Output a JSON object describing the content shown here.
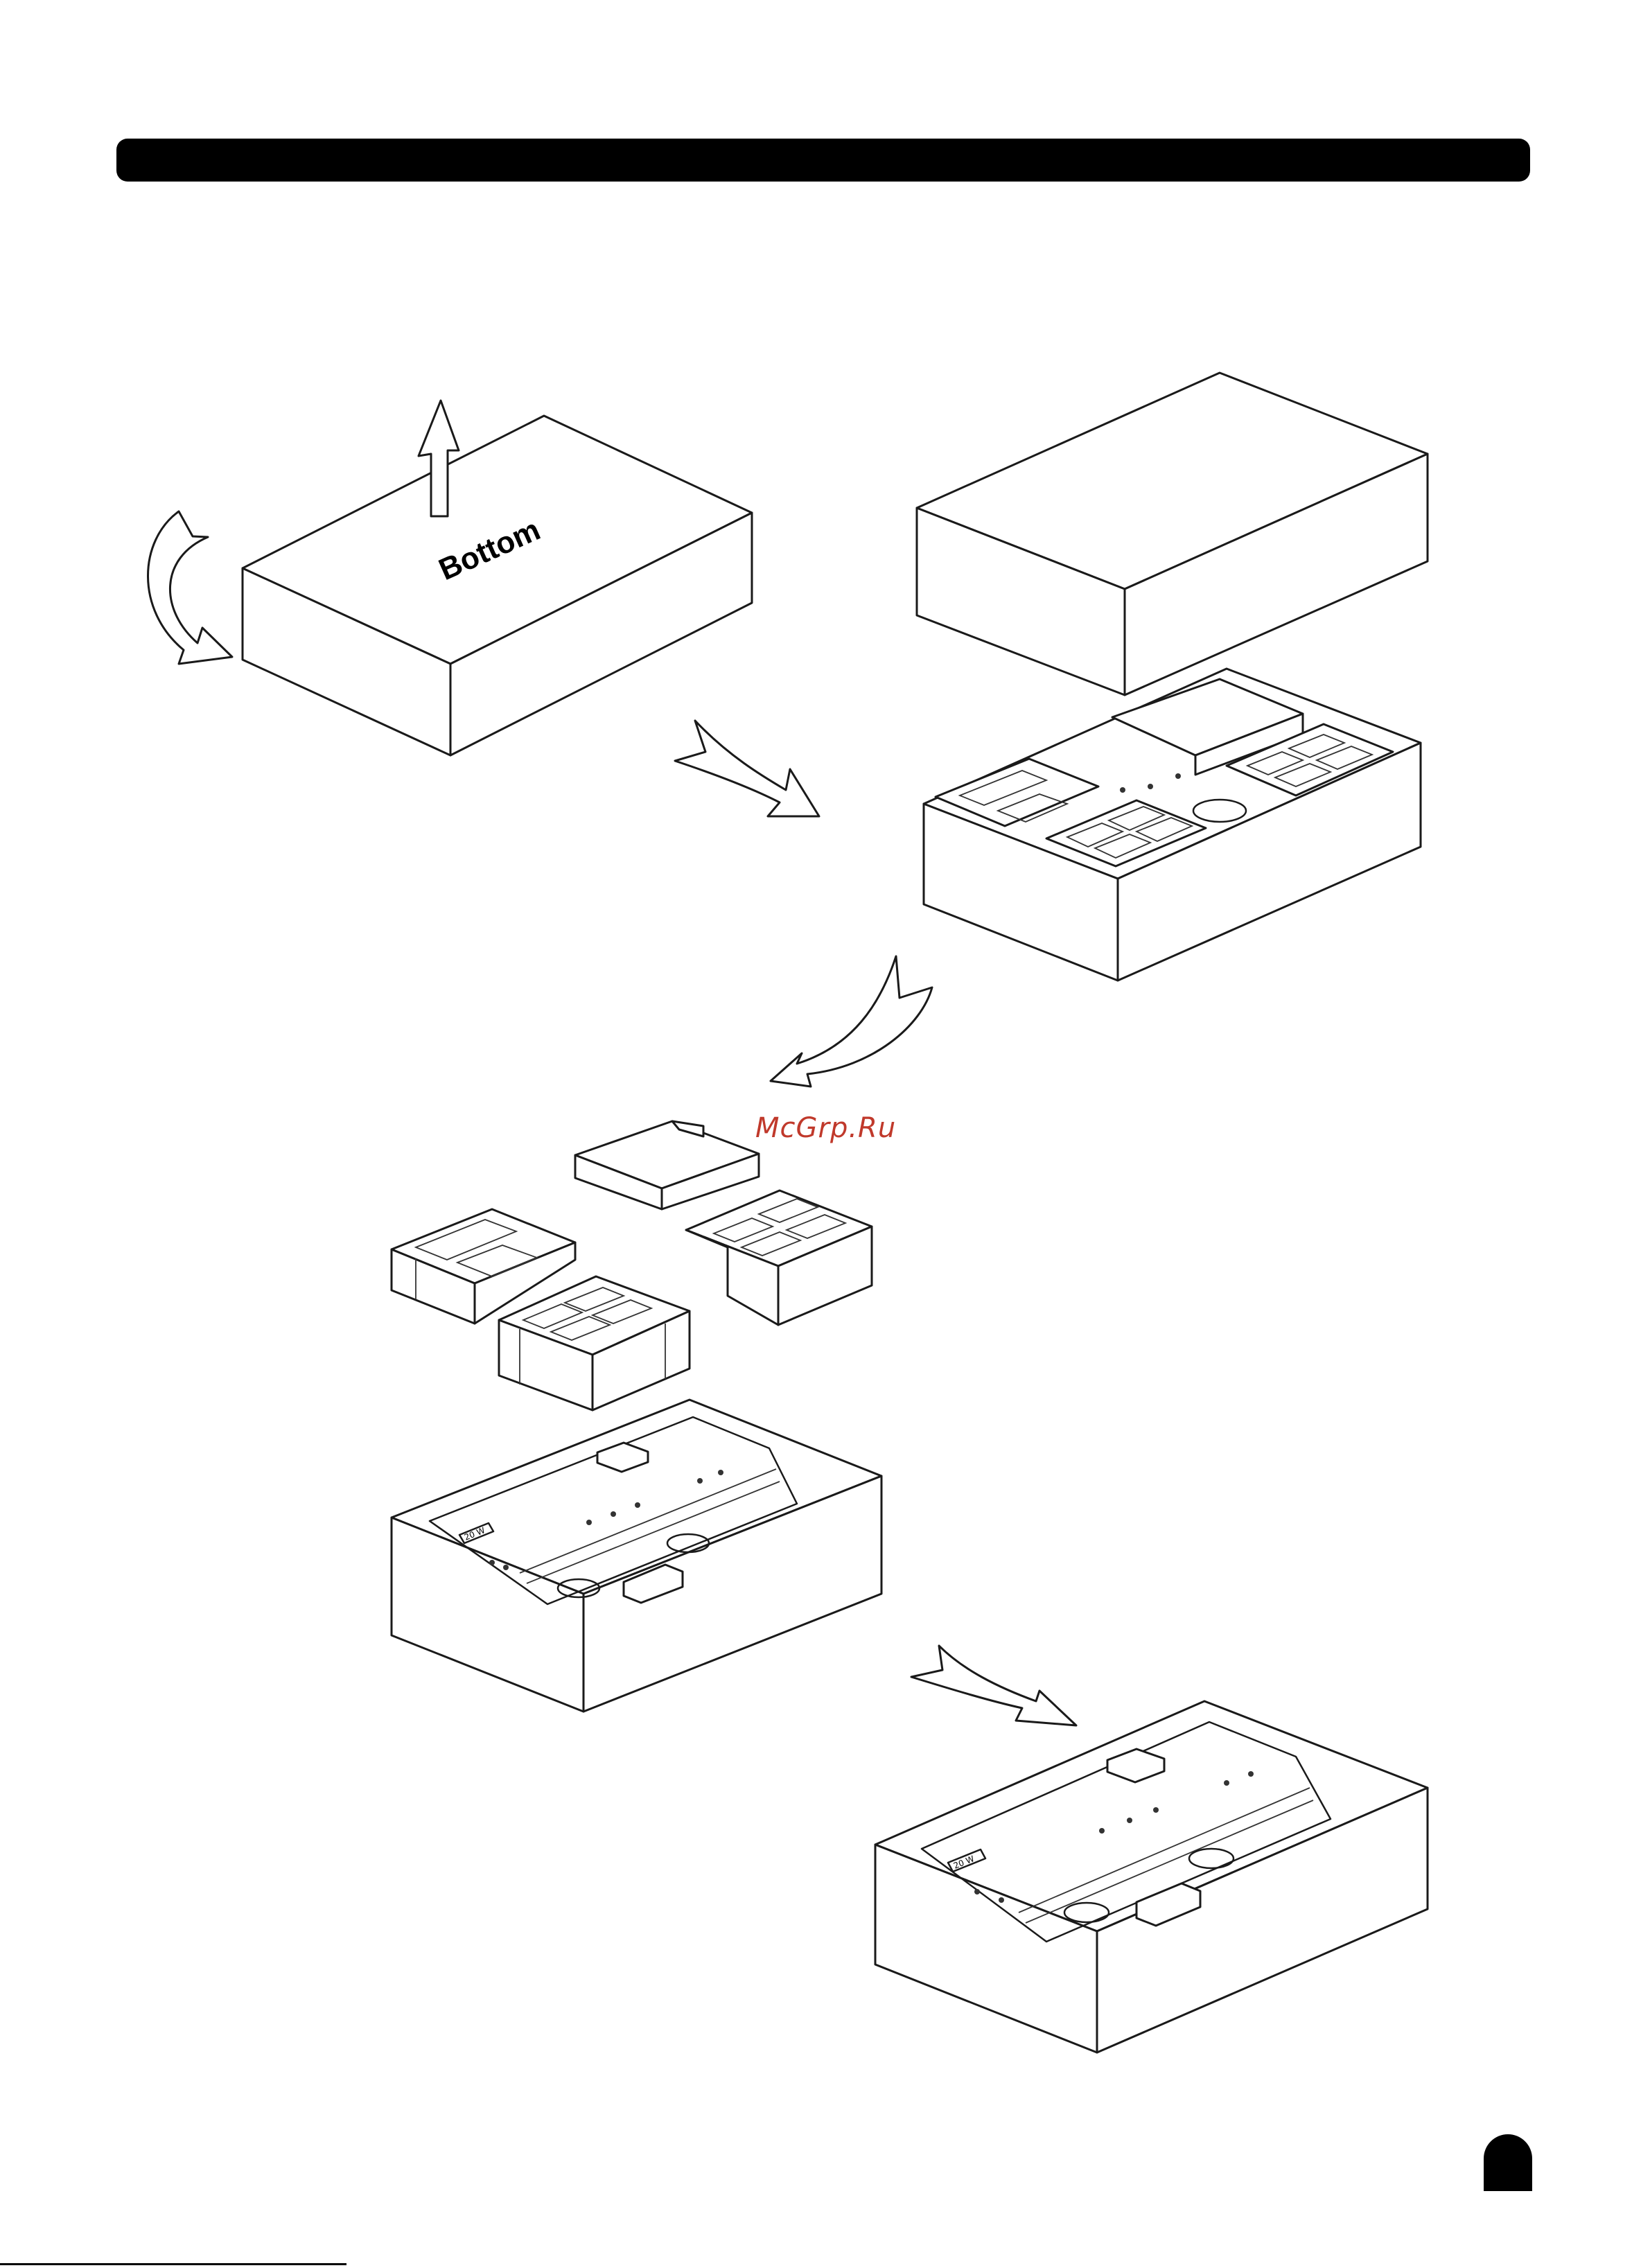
{
  "figure": {
    "lid_label": "Bottom",
    "watermark": "McGrp.Ru",
    "panel_badge": "20 W"
  }
}
